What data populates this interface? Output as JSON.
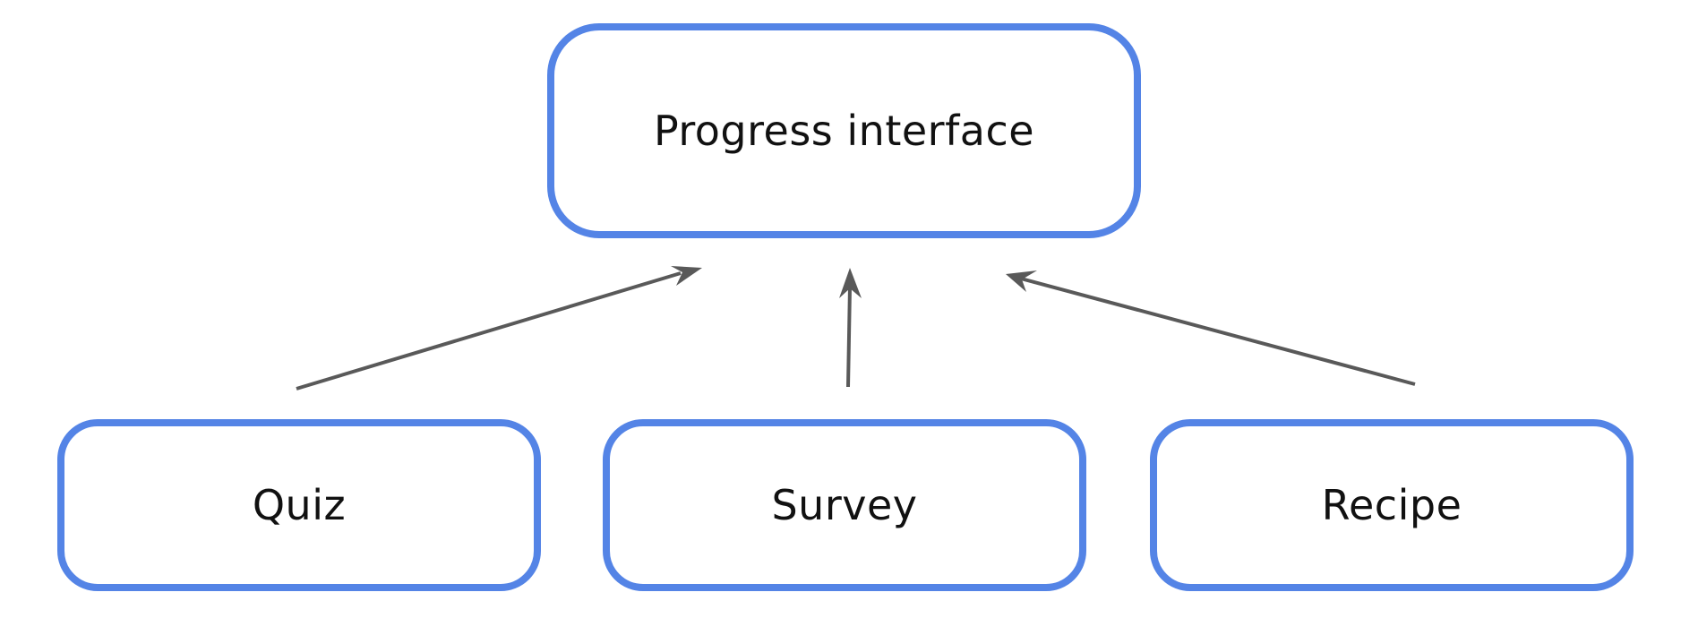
{
  "diagram": {
    "colors": {
      "node_border": "#5484e6",
      "arrow": "#595959",
      "text": "#111111",
      "background": "#ffffff"
    },
    "nodes": {
      "top": {
        "label": "Progress interface"
      },
      "left": {
        "label": "Quiz"
      },
      "middle": {
        "label": "Survey"
      },
      "right": {
        "label": "Recipe"
      }
    }
  }
}
